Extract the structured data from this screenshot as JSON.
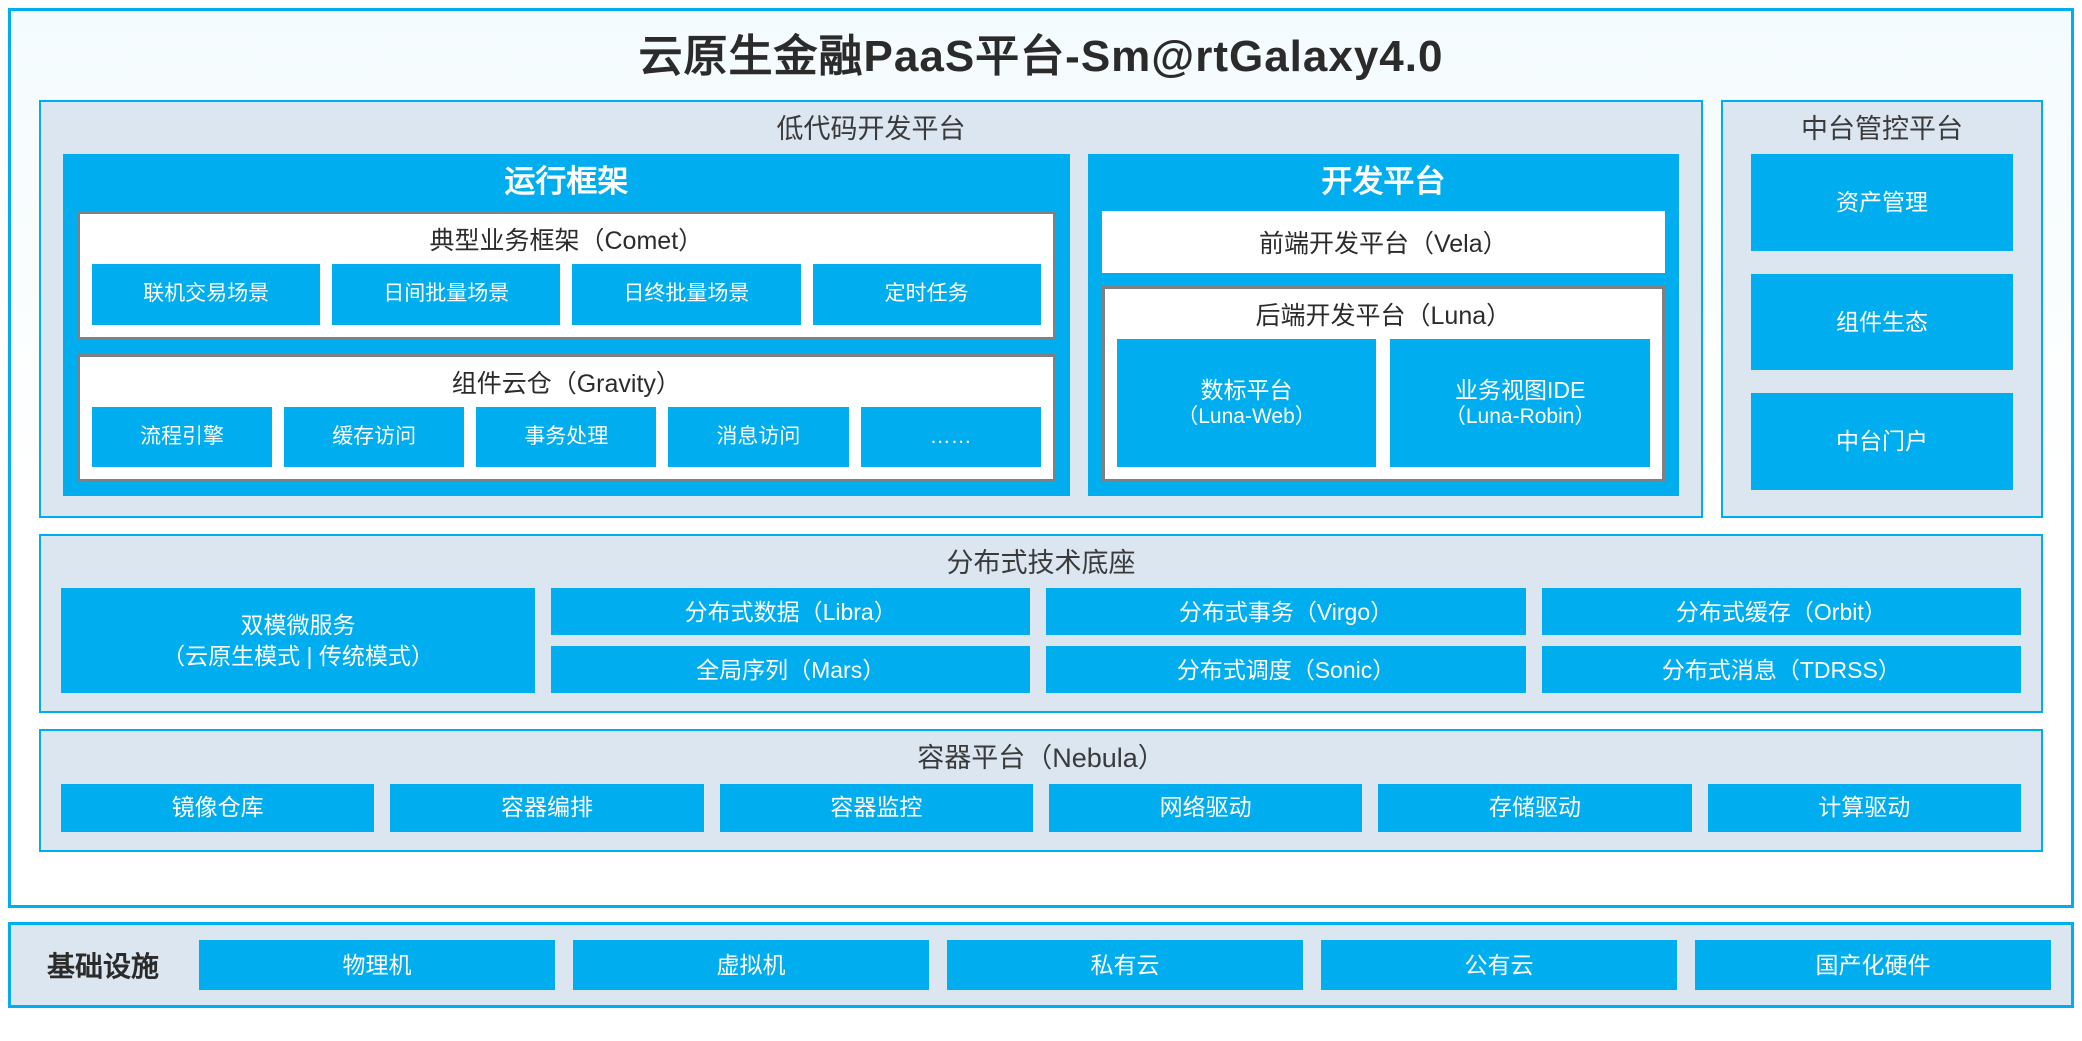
{
  "title": "云原生金融PaaS平台-Sm@rtGalaxy4.0",
  "colors": {
    "accent": "#00AEEF",
    "panel_bg": "#DCE6F1",
    "box_border": "#808080",
    "text": "#3A3A3A"
  },
  "lowcode": {
    "title": "低代码开发平台",
    "runtime": {
      "title": "运行框架",
      "groups": [
        {
          "title": "典型业务框架（Comet）",
          "items": [
            "联机交易场景",
            "日间批量场景",
            "日终批量场景",
            "定时任务"
          ]
        },
        {
          "title": "组件云仓（Gravity）",
          "items": [
            "流程引擎",
            "缓存访问",
            "事务处理",
            "消息访问",
            "……"
          ]
        }
      ]
    },
    "devplatform": {
      "title": "开发平台",
      "frontend": "前端开发平台（Vela）",
      "backend": {
        "title": "后端开发平台（Luna）",
        "items": [
          {
            "name": "数标平台",
            "sub": "（Luna-Web）"
          },
          {
            "name": "业务视图IDE",
            "sub": "（Luna-Robin）"
          }
        ]
      }
    }
  },
  "console": {
    "title": "中台管控平台",
    "items": [
      "资产管理",
      "组件生态",
      "中台门户"
    ]
  },
  "distributed": {
    "title": "分布式技术底座",
    "microservice": {
      "name": "双模微服务",
      "sub": "（云原生模式 | 传统模式）"
    },
    "columns": [
      [
        "分布式数据（Libra）",
        "全局序列（Mars）"
      ],
      [
        "分布式事务（Virgo）",
        "分布式调度（Sonic）"
      ],
      [
        "分布式缓存（Orbit）",
        "分布式消息（TDRSS）"
      ]
    ]
  },
  "container": {
    "title": "容器平台（Nebula）",
    "items": [
      "镜像仓库",
      "容器编排",
      "容器监控",
      "网络驱动",
      "存储驱动",
      "计算驱动"
    ]
  },
  "infrastructure": {
    "label": "基础设施",
    "items": [
      "物理机",
      "虚拟机",
      "私有云",
      "公有云",
      "国产化硬件"
    ]
  }
}
